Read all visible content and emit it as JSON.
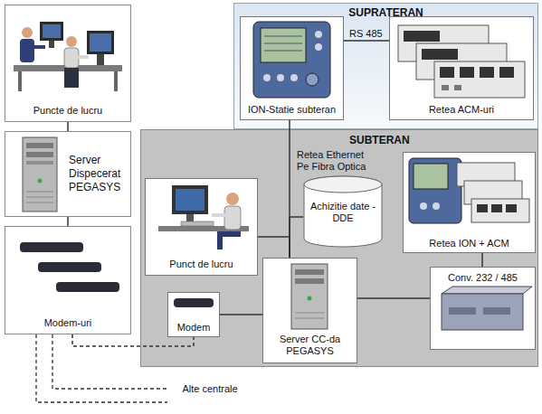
{
  "diagram": {
    "nodes": [
      {
        "text": [
          "Puncte de lucru"
        ]
      },
      {
        "text": [
          "Server Dispecerat PEGASYS"
        ]
      },
      {
        "text": [
          "Modem-uri"
        ]
      },
      {
        "text": [
          "SUPRATERAN"
        ]
      },
      {
        "text": [
          "ION-Statie subteran"
        ],
        "in": 3
      },
      {
        "text": [
          "Retea ACM-uri"
        ],
        "in": 3
      },
      {
        "text": [
          "SUBTERAN"
        ]
      },
      {
        "text": [
          "Punct de lucru"
        ],
        "in": 6
      },
      {
        "text": [
          "Achizitie date - DDE"
        ],
        "in": 6
      },
      {
        "text": [
          "Retea ION + ACM"
        ],
        "in": 6
      },
      {
        "text": [
          "Modem"
        ],
        "in": 6
      },
      {
        "text": [
          "Server CC-da PEGASYS"
        ],
        "in": 6
      },
      {
        "text": [
          "Conv. 232 / 485"
        ],
        "in": 6
      }
    ],
    "edges": [
      {
        "from": 0,
        "to": 1,
        "arrow": "none"
      },
      {
        "from": 1,
        "to": 2,
        "arrow": "none"
      },
      {
        "from": 2,
        "to": 10,
        "arrow": "none"
      },
      {
        "from": 4,
        "to": 5,
        "label": "RS 485",
        "arrow": "none"
      },
      {
        "from": 4,
        "to": 11,
        "label": "Retea Ethernet Pe Fibra Optica",
        "arrow": "none"
      },
      {
        "from": 7,
        "to": 11,
        "arrow": "none"
      },
      {
        "from": 8,
        "to": 11,
        "arrow": "none"
      },
      {
        "from": 11,
        "to": 10,
        "arrow": "none"
      },
      {
        "from": 11,
        "to": 12,
        "arrow": "none"
      },
      {
        "from": 12,
        "to": 9,
        "arrow": "none"
      }
    ],
    "labels": [
      "Alte centrale"
    ]
  }
}
